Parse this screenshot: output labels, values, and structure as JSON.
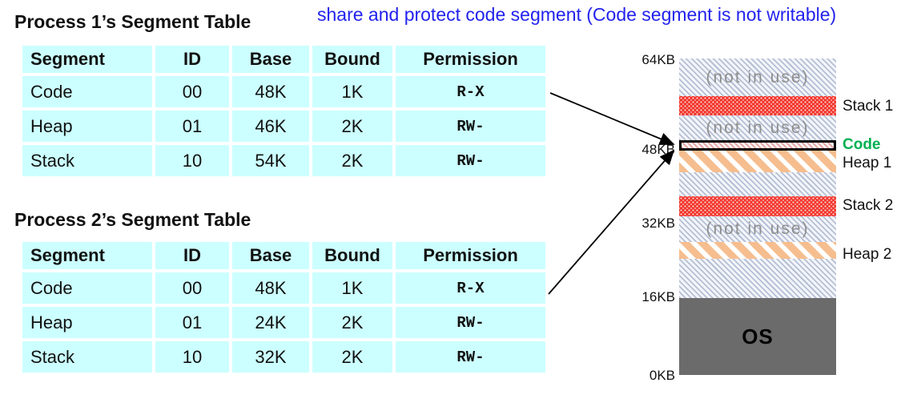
{
  "caption": {
    "text": "share and protect code segment (Code segment is not writable)",
    "color": "#2222EE"
  },
  "tables": [
    {
      "title": "Process 1’s Segment Table",
      "headers": [
        "Segment",
        "ID",
        "Base",
        "Bound",
        "Permission"
      ],
      "rows": [
        [
          "Code",
          "00",
          "48K",
          "1K",
          "R-X"
        ],
        [
          "Heap",
          "01",
          "46K",
          "2K",
          "RW-"
        ],
        [
          "Stack",
          "10",
          "54K",
          "2K",
          "RW-"
        ]
      ]
    },
    {
      "title": "Process 2’s Segment Table",
      "headers": [
        "Segment",
        "ID",
        "Base",
        "Bound",
        "Permission"
      ],
      "rows": [
        [
          "Code",
          "00",
          "48K",
          "1K",
          "R-X"
        ],
        [
          "Heap",
          "01",
          "24K",
          "2K",
          "RW-"
        ],
        [
          "Stack",
          "10",
          "32K",
          "2K",
          "RW-"
        ]
      ]
    }
  ],
  "memory": {
    "axis_labels": [
      "64KB",
      "48KB",
      "32KB",
      "16KB",
      "0KB"
    ],
    "not_in_use_label": "(not in use)",
    "os_label": "OS",
    "right_labels": {
      "stack1": "Stack 1",
      "code": "Code",
      "heap1": "Heap 1",
      "stack2": "Stack 2",
      "heap2": "Heap 2"
    },
    "regions_top_to_bottom": [
      {
        "type": "free",
        "label": "(not in use)"
      },
      {
        "type": "stack",
        "label": "Stack 1"
      },
      {
        "type": "free",
        "label": "(not in use)"
      },
      {
        "type": "code",
        "label": "Code"
      },
      {
        "type": "heap",
        "label": "Heap 1"
      },
      {
        "type": "free",
        "label": ""
      },
      {
        "type": "stack",
        "label": "Stack 2"
      },
      {
        "type": "free",
        "label": "(not in use)"
      },
      {
        "type": "heap",
        "label": "Heap 2"
      },
      {
        "type": "free",
        "label": ""
      },
      {
        "type": "os",
        "label": "OS"
      }
    ]
  },
  "colors": {
    "table_cell_bg": "#CCFFFF",
    "caption_blue": "#2222EE",
    "code_label_green": "#00B050",
    "stack_red": "#F2392F",
    "heap_orange": "#F6BE8F",
    "free_hatch_gray": "#94A2C0",
    "os_gray": "#6B6B6B",
    "code_box_border": "#000000"
  }
}
